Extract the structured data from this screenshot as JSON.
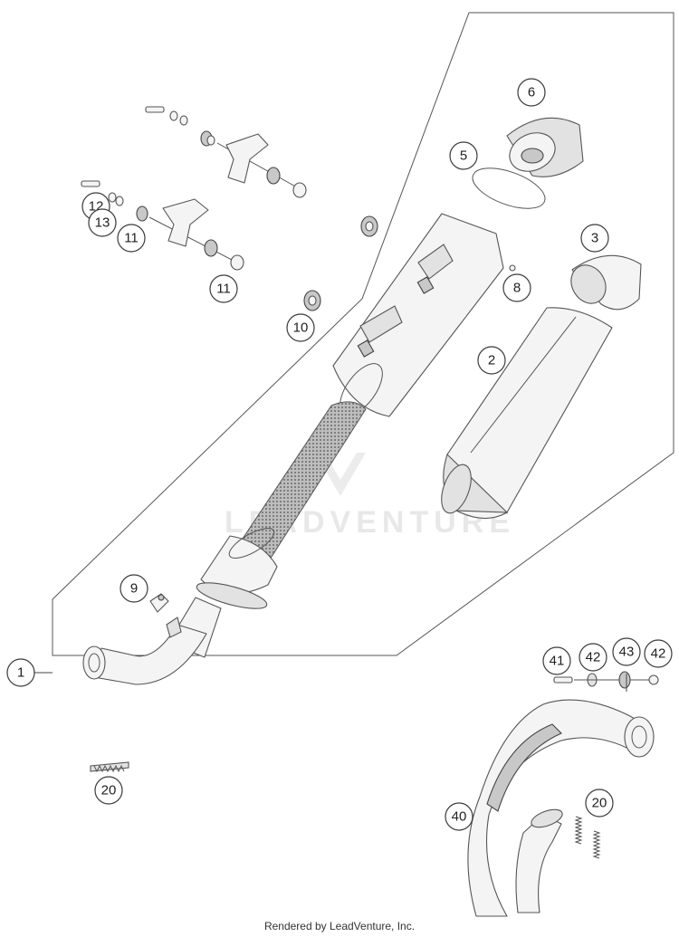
{
  "diagram": {
    "callouts": {
      "c1": "1",
      "c2": "2",
      "c3": "3",
      "c5": "5",
      "c6": "6",
      "c8": "8",
      "c9": "9",
      "c10": "10",
      "c11a": "11",
      "c11b": "11",
      "c12": "12",
      "c13": "13",
      "c20a": "20",
      "c20b": "20",
      "c40": "40",
      "c41": "41",
      "c42a": "42",
      "c42b": "42",
      "c43": "43"
    },
    "watermark": "LEADVENTURE"
  },
  "footer": {
    "text": "Rendered by LeadVenture, Inc."
  }
}
